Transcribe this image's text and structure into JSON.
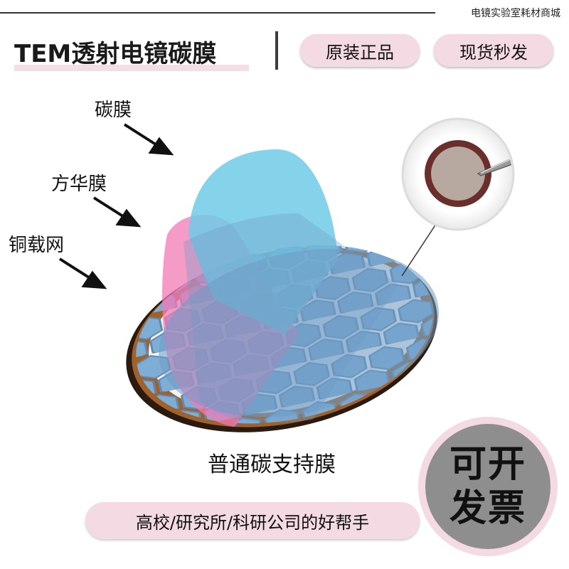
{
  "header": {
    "store_name": "电镜实验室耗材商城",
    "title": "TEM透射电镜碳膜",
    "badges": [
      "原装正品",
      "现货秒发"
    ]
  },
  "diagram": {
    "labels": {
      "carbon_film": "碳膜",
      "formvar_film": "方华膜",
      "copper_grid": "铜载网"
    },
    "caption": "普通碳支持膜"
  },
  "footer": {
    "slogan": "高校/研究所/科研公司的好帮手",
    "invoice_line1": "可开",
    "invoice_line2": "发票"
  },
  "colors": {
    "pill_bg": "#f4dbe3",
    "carbon_film": "#6fcbe8",
    "formvar_film": "#f07ab5",
    "copper": "#a0622a",
    "grid_blue": "#6f9cc4",
    "invoice_badge": "#8e8e8e"
  }
}
